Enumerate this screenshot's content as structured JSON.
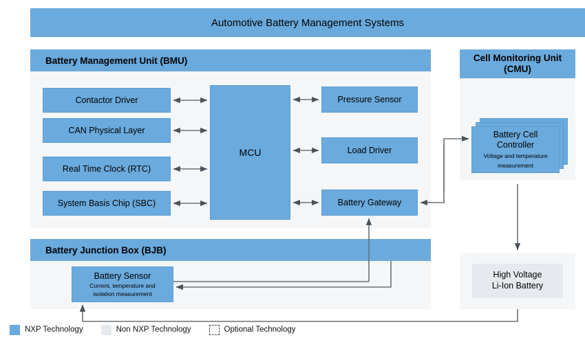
{
  "title": "Automotive Battery Management Systems",
  "panels": {
    "bmu": {
      "title": "Battery Management Unit (BMU)"
    },
    "bjb": {
      "title": "Battery Junction Box (BJB)"
    },
    "cmu": {
      "title": "Cell Monitoring Unit (CMU)"
    }
  },
  "bmu_blocks": {
    "contactor_driver": "Contactor Driver",
    "can_physical_layer": "CAN Physical Layer",
    "real_time_clock": "Real Time Clock (RTC)",
    "system_basis_chip": "System Basis Chip (SBC)",
    "mcu": "MCU",
    "pressure_sensor": "Pressure Sensor",
    "load_driver": "Load Driver",
    "battery_gateway": "Battery Gateway"
  },
  "bjb_blocks": {
    "battery_sensor_title": "Battery Sensor",
    "battery_sensor_sub_line1": "Current, temperature and",
    "battery_sensor_sub_line2": "isolation measurement"
  },
  "cmu_blocks": {
    "battery_cell_controller_line1": "Battery Cell",
    "battery_cell_controller_line2": "Controller",
    "battery_cell_controller_sub_line1": "Voltage and temperature",
    "battery_cell_controller_sub_line2": "measurement"
  },
  "hv_battery": {
    "line1": "High Voltage",
    "line2": "Li-Ion Battery"
  },
  "legend": [
    {
      "label": "NXP Technology",
      "swatch": "solid-blue"
    },
    {
      "label": "Non NXP Technology",
      "swatch": "solid-grey"
    },
    {
      "label": "Optional Technology",
      "swatch": "dashed-outline"
    }
  ],
  "colors": {
    "nxp_blue": "#6aaadd",
    "non_nxp_grey": "#e6eaee",
    "panel_background": "#f4f6f8",
    "connector": "#6b7176"
  }
}
